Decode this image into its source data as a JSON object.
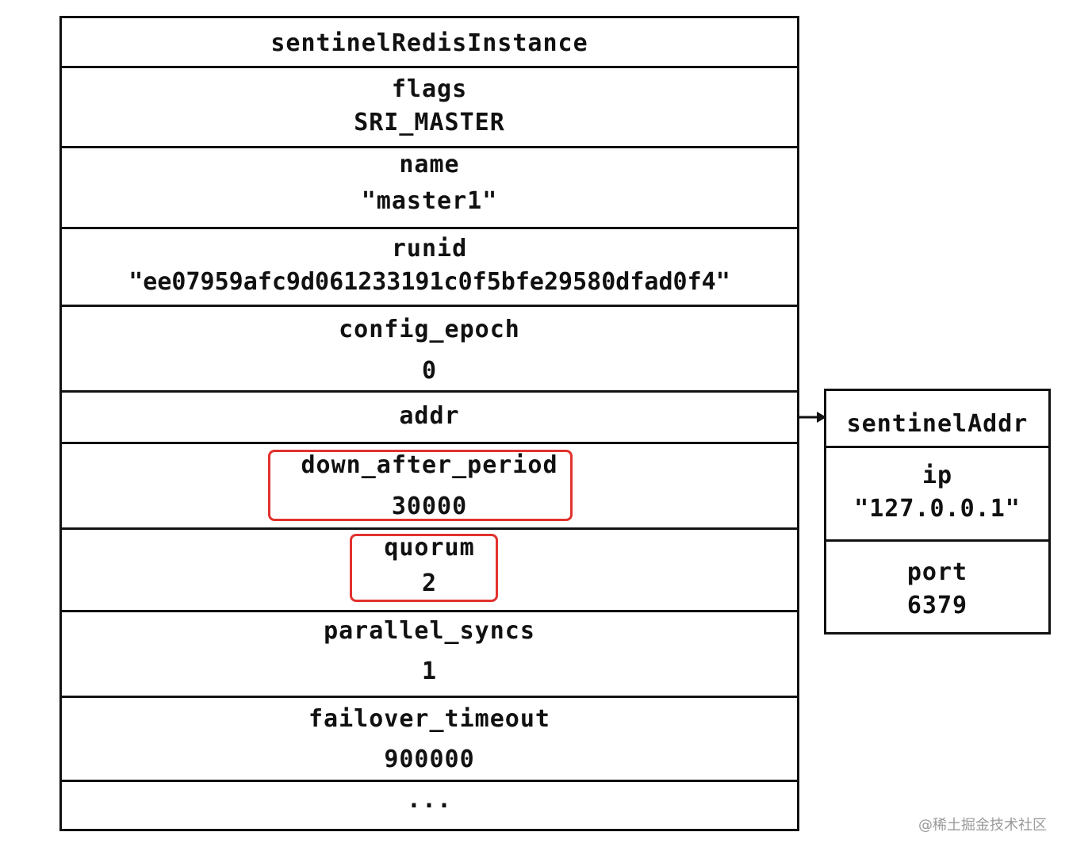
{
  "main_struct": {
    "title": "sentinelRedisInstance",
    "fields": [
      {
        "name": "flags",
        "value": "SRI_MASTER"
      },
      {
        "name": "name",
        "value": "\"master1\""
      },
      {
        "name": "runid",
        "value": "\"ee07959afc9d061233191c0f5bfe29580dfad0f4\""
      },
      {
        "name": "config_epoch",
        "value": "0"
      },
      {
        "name": "addr"
      },
      {
        "name": "down_after_period",
        "value": "30000",
        "highlighted": true
      },
      {
        "name": "quorum",
        "value": "2",
        "highlighted": true
      },
      {
        "name": "parallel_syncs",
        "value": "1"
      },
      {
        "name": "failover_timeout",
        "value": "900000"
      },
      {
        "name": "..."
      }
    ]
  },
  "addr_struct": {
    "title": "sentinelAddr",
    "fields": [
      {
        "name": "ip",
        "value": "\"127.0.0.1\""
      },
      {
        "name": "port",
        "value": "6379"
      }
    ]
  },
  "colors": {
    "border": "#111111",
    "highlight": "#e2322d"
  },
  "watermark": "@稀土掘金技术社区"
}
